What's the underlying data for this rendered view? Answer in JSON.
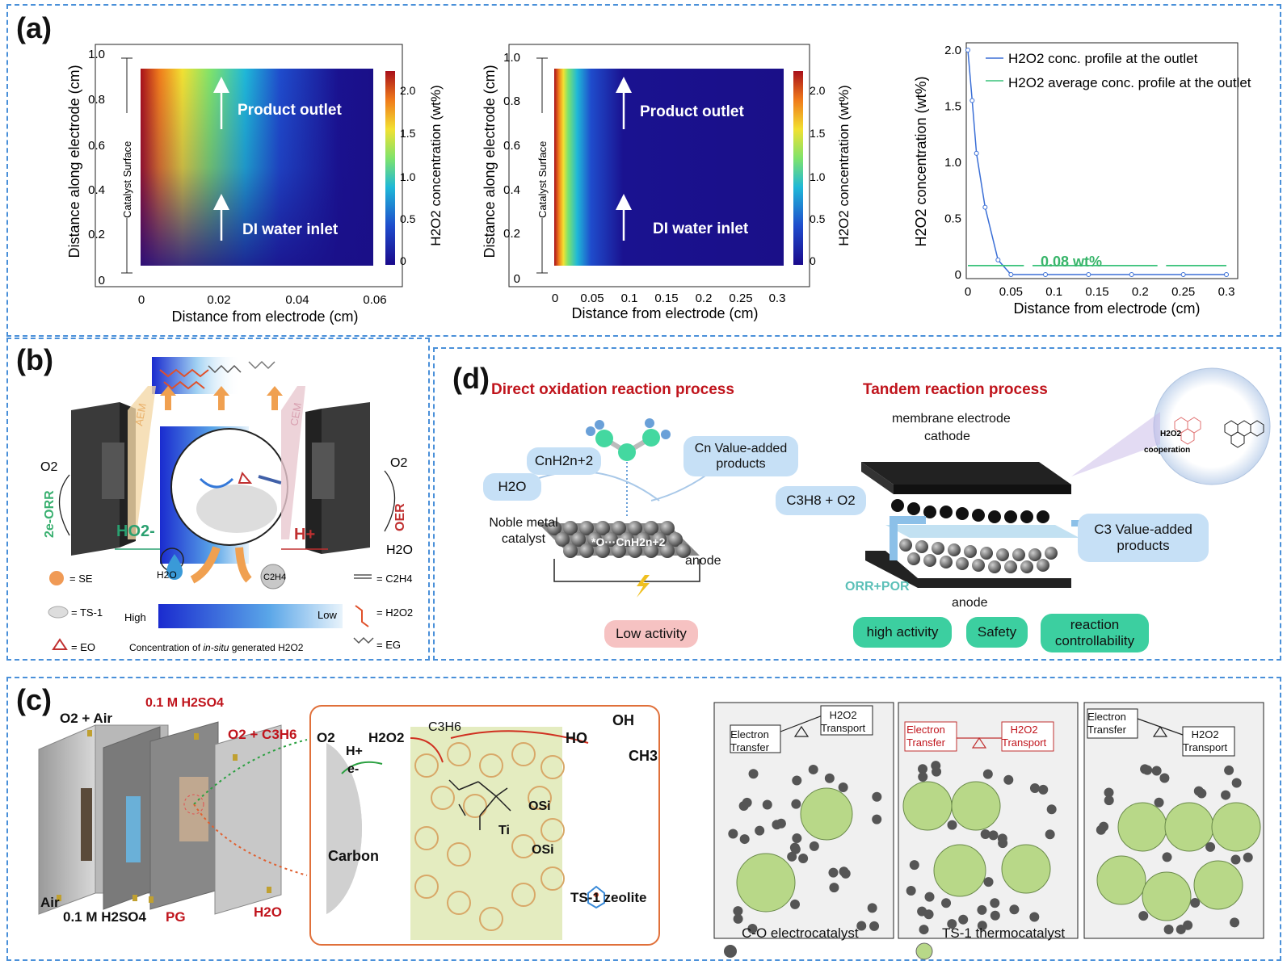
{
  "panel_a": {
    "label": "(a)",
    "plot1": {
      "ylabel": "Distance along electrode (cm)",
      "xlabel": "Distance from electrode (cm)",
      "colorbar_label": "H2O2 concentration (wt%)",
      "catalyst_surface": "Catalyst Surface",
      "outlet": "Product outlet",
      "inlet": "DI water inlet",
      "xticks": [
        "0",
        "0.02",
        "0.04",
        "0.06"
      ],
      "yticks": [
        "0",
        "0.2",
        "0.4",
        "0.6",
        "0.8",
        "1.0"
      ],
      "cticks": [
        "0",
        "0.5",
        "1.0",
        "1.5",
        "2.0"
      ]
    },
    "plot2": {
      "ylabel": "Distance along electrode (cm)",
      "xlabel": "Distance from electrode (cm)",
      "colorbar_label": "H2O2 concentration (wt%)",
      "catalyst_surface": "Catalyst Surface",
      "outlet": "Product outlet",
      "inlet": "DI water inlet",
      "xticks": [
        "0",
        "0.05",
        "0.1",
        "0.15",
        "0.2",
        "0.25",
        "0.3"
      ],
      "yticks": [
        "0",
        "0.2",
        "0.4",
        "0.6",
        "0.8",
        "1.0"
      ],
      "cticks": [
        "0",
        "0.5",
        "1.0",
        "1.5",
        "2.0"
      ]
    }
  },
  "chart_data": {
    "type": "line",
    "xlabel": "Distance from electrode (cm)",
    "ylabel": "H2O2 concentration (wt%)",
    "xlim": [
      0,
      0.3
    ],
    "ylim": [
      0,
      2.0
    ],
    "xticks": [
      "0",
      "0.05",
      "0.1",
      "0.15",
      "0.2",
      "0.25",
      "0.3"
    ],
    "yticks": [
      "0",
      "0.5",
      "1.0",
      "1.5",
      "2.0"
    ],
    "series": [
      {
        "name": "H2O2 conc. profile at the outlet",
        "color": "#3b6fd6",
        "x": [
          0,
          0.005,
          0.01,
          0.02,
          0.035,
          0.05,
          0.09,
          0.14,
          0.19,
          0.25,
          0.3
        ],
        "y": [
          2.0,
          1.55,
          1.08,
          0.6,
          0.13,
          0.0,
          0.0,
          0.0,
          0.0,
          0.0,
          0.0
        ]
      },
      {
        "name": "H2O2 average conc. profile at the outlet",
        "color": "#38c27a",
        "x": [
          0,
          0.3
        ],
        "y": [
          0.08,
          0.08
        ]
      }
    ],
    "annotation": "0.08 wt%"
  },
  "panel_b": {
    "label": "(b)",
    "aem": "AEM",
    "cem": "CEM",
    "o2_left": "O2",
    "o2_right": "O2",
    "orr": "2e-ORR",
    "oer": "OER",
    "ho2": "HO2-",
    "hplus": "H+",
    "h2o_right": "H2O",
    "h2o_drop": "H2O",
    "c2h4_ball": "C2H4",
    "legend": {
      "se": "= SE",
      "ts1": "= TS-1",
      "eo": "= EO",
      "c2h4": "= C2H4",
      "h2o2": "= H2O2",
      "eg": "= EG",
      "high": "High",
      "low": "Low",
      "conc_prefix": "Concentration of ",
      "conc_italic": "in-situ",
      "conc_suffix": " generated H2O2"
    }
  },
  "panel_c": {
    "label": "(c)",
    "o2_air": "O2 + Air",
    "h2so4_top": "0.1 M H2SO4",
    "o2_c3h6": "O2 + C3H6",
    "air": "Air",
    "h2so4_bottom": "0.1 M H2SO4",
    "pg": "PG",
    "h2o": "H2O",
    "o2": "O2",
    "h2o2": "H2O2",
    "c3h6": "C3H6",
    "hplus": "H+",
    "e": "e-",
    "carbon": "Carbon",
    "ts1": "TS-1 zeolite",
    "ho": "HO",
    "oh": "OH",
    "ch3": "CH3",
    "ti": "Ti",
    "osi1": "OSi",
    "osi2": "OSi",
    "box1": {
      "left": "Electron\nTransfer",
      "right": "H2O2\nTransport"
    },
    "box2": {
      "left": "Electron\nTransfer",
      "right": "H2O2\nTransport"
    },
    "box3": {
      "left": "Electron\nTransfer",
      "right": "H2O2\nTransport"
    },
    "legend_co": "C-O electrocatalyst",
    "legend_ts1": "TS-1 thermocatalyst"
  },
  "panel_d": {
    "label": "(d)",
    "direct_title": "Direct oxidation reaction process",
    "tandem_title": "Tandem reaction process",
    "cnh2n2": "CnH2n+2",
    "cn_products": "Cn Value-added products",
    "h2o": "H2O",
    "noble": "Noble metal catalyst",
    "surface": "*O···CnH2n+2",
    "anode_left": "anode",
    "low_activity": "Low activity",
    "membrane": "membrane electrode",
    "cathode": "cathode",
    "c3h8": "C3H8 + O2",
    "c3_products": "C3 Value-added products",
    "orr_por": "ORR+POR",
    "anode_right": "anode",
    "h2o2_coop": "H2O2",
    "cooperation": "cooperation",
    "high_activity": "high activity",
    "safety": "Safety",
    "controllability": "reaction controllability"
  }
}
